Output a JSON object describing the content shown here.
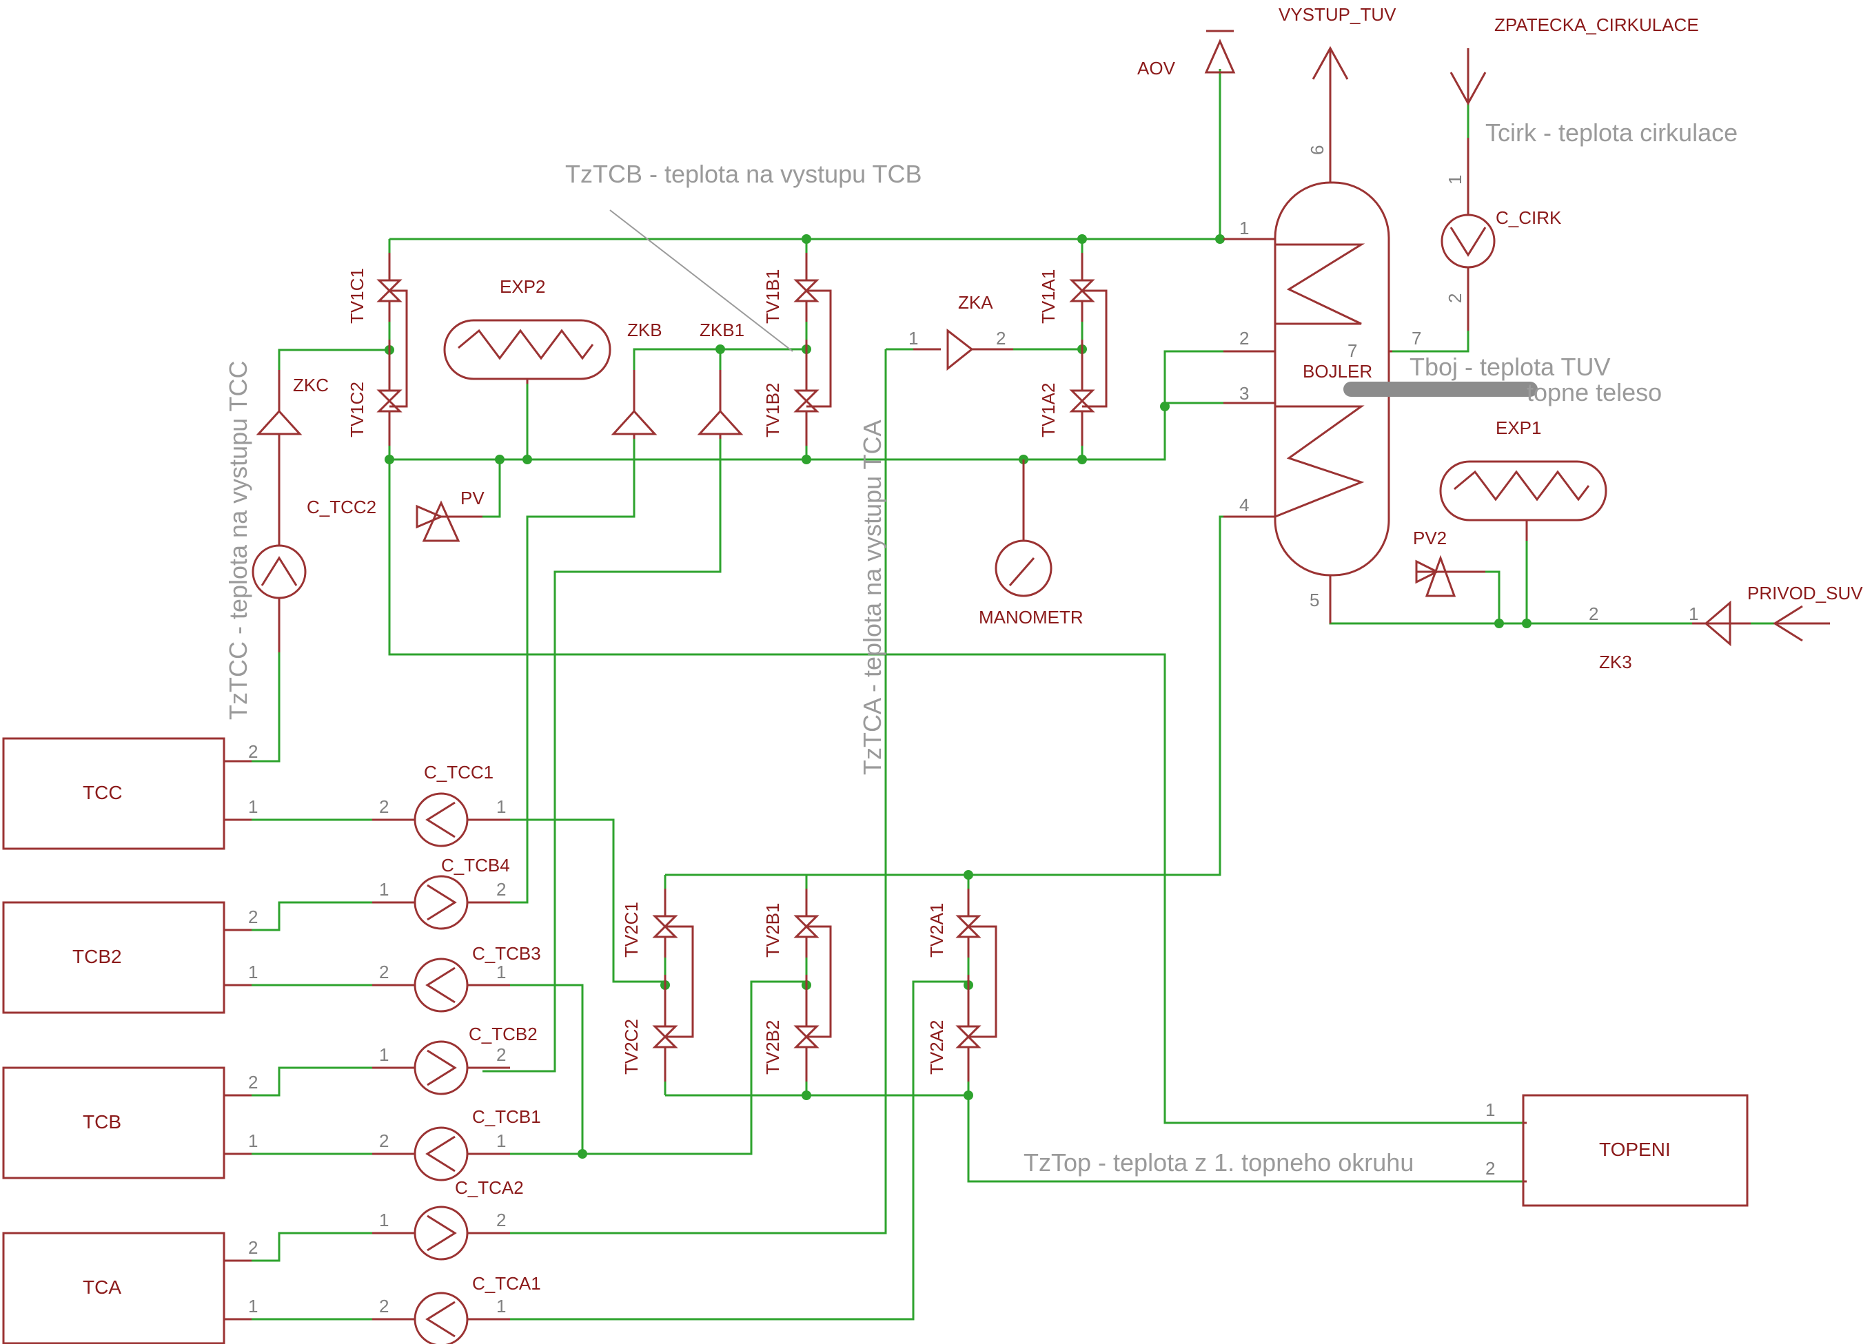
{
  "components": {
    "boxes": [
      {
        "id": "TCC",
        "label": "TCC"
      },
      {
        "id": "TCB2",
        "label": "TCB2"
      },
      {
        "id": "TCB",
        "label": "TCB"
      },
      {
        "id": "TCA",
        "label": "TCA"
      },
      {
        "id": "TOPENI",
        "label": "TOPENI"
      }
    ],
    "pumps": [
      "C_TCC1",
      "C_TCB4",
      "C_TCB3",
      "C_TCB2",
      "C_TCB1",
      "C_TCA2",
      "C_TCA1",
      "C_TCC2",
      "C_CIRK"
    ],
    "valves": [
      "TV1C1",
      "TV1C2",
      "TV1B1",
      "TV1B2",
      "TV1A1",
      "TV1A2",
      "TV2C1",
      "TV2C2",
      "TV2B1",
      "TV2B2",
      "TV2A1",
      "TV2A2"
    ],
    "check_valves": [
      "ZKC",
      "ZKB",
      "ZKB1",
      "ZKA",
      "ZK3",
      "PV",
      "PV2"
    ],
    "expansion": [
      "EXP2",
      "EXP1"
    ],
    "other": [
      "BOJLER",
      "MANOMETR",
      "AOV",
      "VYSTUP_TUV",
      "ZPATECKA_CIRKULACE",
      "PRIVOD_SUV"
    ]
  },
  "labels": {
    "AOV": "AOV",
    "VYSTUP_TUV": "VYSTUP_TUV",
    "ZPATECKA_CIRKULACE": "ZPATECKA_CIRKULACE",
    "PRIVOD_SUV": "PRIVOD_SUV",
    "BOJLER": "BOJLER",
    "MANOMETR": "MANOMETR",
    "EXP1": "EXP1",
    "EXP2": "EXP2",
    "ZK3": "ZK3",
    "ZKA": "ZKA",
    "ZKB": "ZKB",
    "ZKB1": "ZKB1",
    "ZKC": "ZKC",
    "PV": "PV",
    "PV2": "PV2",
    "C_CIRK": "C_CIRK",
    "C_TCC2": "C_TCC2",
    "C_TCC1": "C_TCC1",
    "C_TCB4": "C_TCB4",
    "C_TCB3": "C_TCB3",
    "C_TCB2": "C_TCB2",
    "C_TCB1": "C_TCB1",
    "C_TCA2": "C_TCA2",
    "C_TCA1": "C_TCA1",
    "TV1C1": "TV1C1",
    "TV1C2": "TV1C2",
    "TV1B1": "TV1B1",
    "TV1B2": "TV1B2",
    "TV1A1": "TV1A1",
    "TV1A2": "TV1A2",
    "TV2C1": "TV2C1",
    "TV2C2": "TV2C2",
    "TV2B1": "TV2B1",
    "TV2B2": "TV2B2",
    "TV2A1": "TV2A1",
    "TV2A2": "TV2A2"
  },
  "annotations": {
    "tztcb": "TzTCB - teplota na vystupu TCB",
    "tcirk": "Tcirk - teplota cirkulace",
    "tboj": "Tboj - teplota TUV",
    "topne": "topne teleso",
    "tztcc": "TzTCC - teplota na vystupu TCC",
    "tztca": "TzTCA - teplota na vystupu TCA",
    "tztop": "TzTop - teplota z 1. topneho okruhu"
  },
  "pins": {
    "p1": "1",
    "p2": "2",
    "p3": "3",
    "p4": "4",
    "p5": "5",
    "p6": "6",
    "p7": "7"
  },
  "colors": {
    "wire": "#2ea32e",
    "symbol": "#9b3333",
    "label": "#8b1a1a",
    "note": "#9a9a9a"
  }
}
